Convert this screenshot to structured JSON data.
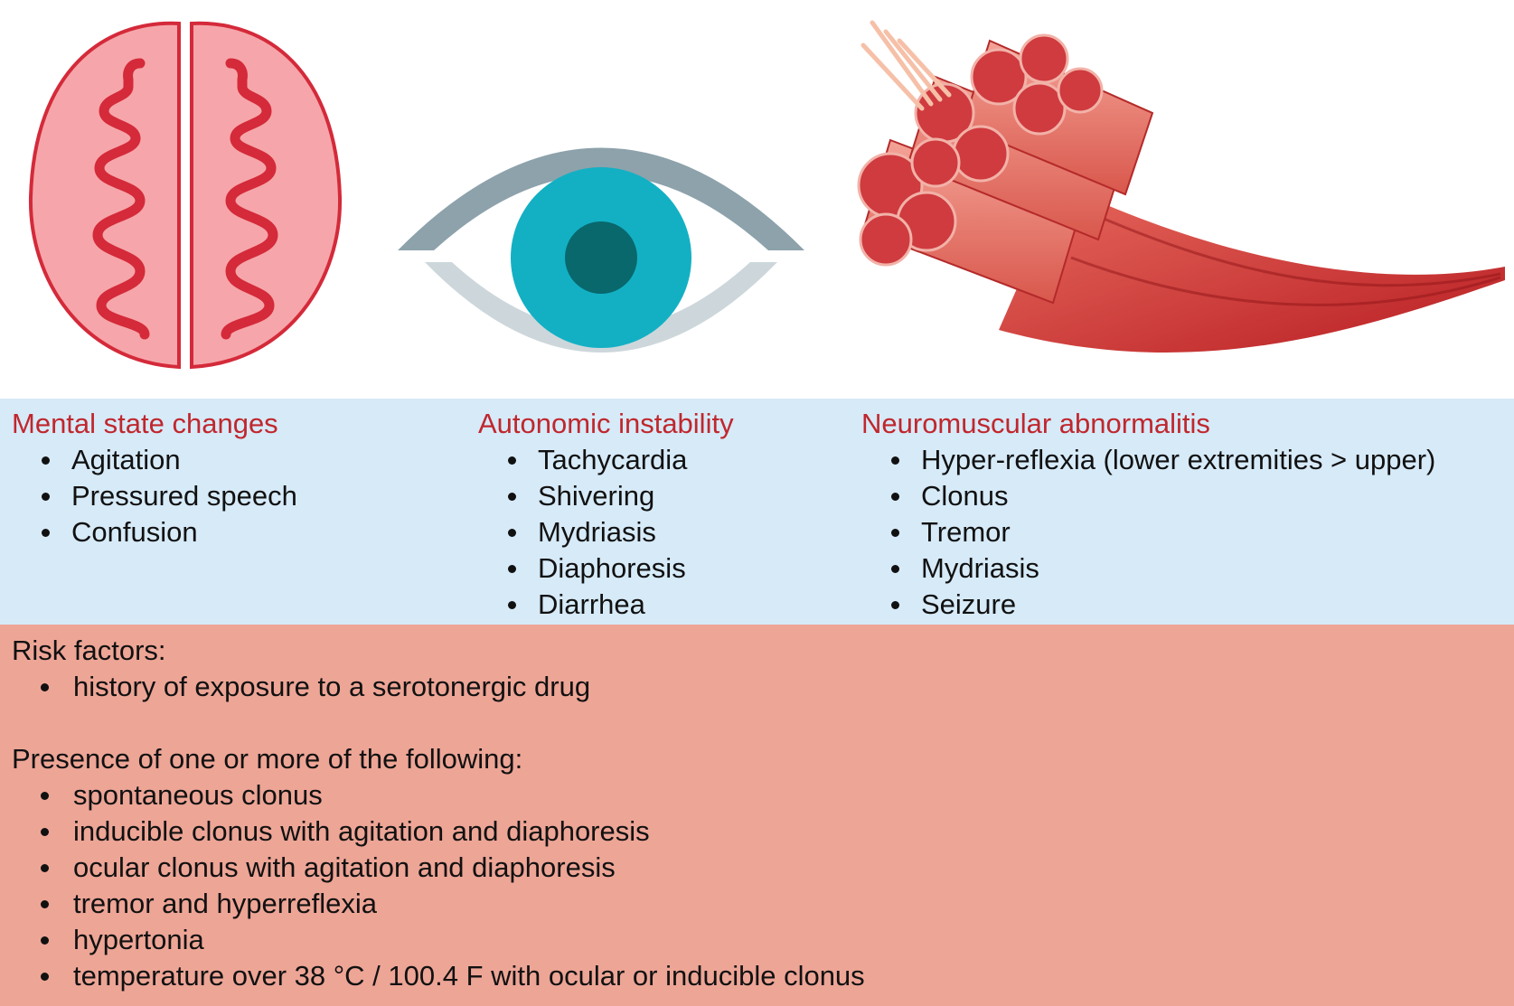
{
  "icons": [
    {
      "name": "brain-icon",
      "color": "#f6a6aa",
      "stroke": "#d42a3a"
    },
    {
      "name": "eye-icon",
      "iris_color": "#13b0c4",
      "pupil_color": "#08686c",
      "lid_color": "#8da2ab"
    },
    {
      "name": "muscle-fiber-icon",
      "color": "#d9322f"
    }
  ],
  "symptom_groups": [
    {
      "title": "Mental state changes",
      "items": [
        "Agitation",
        "Pressured speech",
        "Confusion"
      ]
    },
    {
      "title": "Autonomic instability",
      "items": [
        "Tachycardia",
        "Shivering",
        "Mydriasis",
        "Diaphoresis",
        "Diarrhea"
      ]
    },
    {
      "title": "Neuromuscular abnormalitis",
      "items": [
        "Hyper-reflexia (lower extremities > upper)",
        "Clonus",
        "Tremor",
        "Mydriasis",
        "Seizure"
      ]
    }
  ],
  "risk": {
    "title": "Risk factors:",
    "items": [
      "history of exposure to a serotonergic drug"
    ]
  },
  "criteria": {
    "title": "Presence of one or more of the following:",
    "items": [
      "spontaneous clonus",
      "inducible clonus with agitation and diaphoresis",
      "ocular clonus with agitation and diaphoresis",
      "tremor and hyperreflexia",
      "hypertonia",
      "temperature over 38 °C / 100.4 F with ocular or inducible clonus"
    ]
  },
  "colors": {
    "symptoms_bg": "#d6eaf8",
    "risk_bg": "#eda596",
    "heading_red": "#c0272d"
  }
}
